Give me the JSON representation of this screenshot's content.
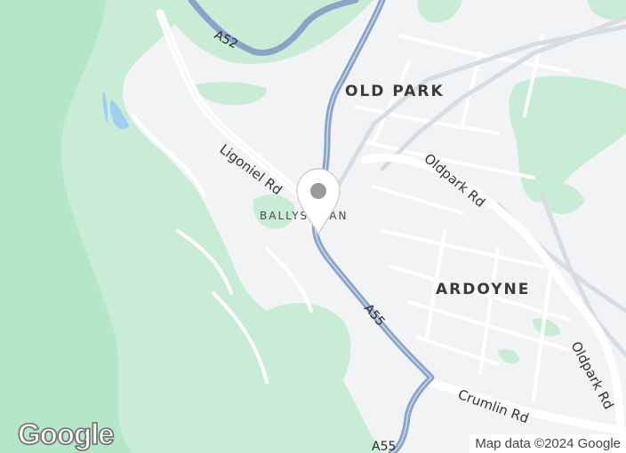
{
  "map": {
    "areas": {
      "old_park": "OLD PARK",
      "ballysillan": "BALLYSILLAN",
      "ardoyne": "ARDOYNE"
    },
    "roads": {
      "ligoniel": "Ligoniel Rd",
      "oldpark_1": "Oldpark Rd",
      "oldpark_2": "Oldpark Rd",
      "crumlin": "Crumlin Rd",
      "a52": "A52",
      "a55_mid": "A55",
      "a55_bottom": "A55"
    },
    "colors": {
      "background": "#ffffff",
      "land": "#f1f3f4",
      "park": "#c8ecd6",
      "dense_park": "#b6e6c8",
      "major_road": "#8aa4c8",
      "minor_road": "#ffffff",
      "rail": "#d8dde3",
      "water": "#9fd0f0",
      "pin": "#ffffff",
      "pin_dot": "#9b9b9b"
    },
    "pin_icon": "map-pin-icon",
    "logo": "Google",
    "attribution": "Map data ©2024 Google"
  }
}
